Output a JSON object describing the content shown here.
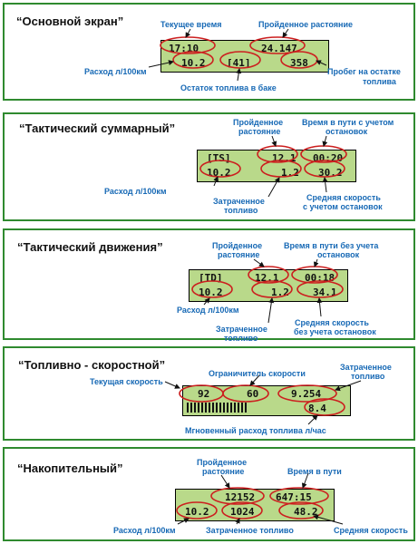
{
  "screens": [
    {
      "title": "“Основной экран”",
      "lcd": {
        "top_left": "17:10",
        "top_right": "24.147",
        "bottom_left": "10.2",
        "bottom_mid": "[41]",
        "bottom_right": "358"
      },
      "labels": {
        "current_time": "Текущее время",
        "distance": "Пройденное растояние",
        "consumption": "Расход л/100км",
        "fuel_left": "Остаток топлива в баке",
        "range_line1": "Пробег на остатке",
        "range_line2": "топлива"
      }
    },
    {
      "title": "“Тактический суммарный”",
      "lcd": {
        "top_left": "[TS]",
        "top_mid": "12.1",
        "top_right": "00:20",
        "bottom_left": "10.2",
        "bottom_mid": "1.2",
        "bottom_right": "30.2"
      },
      "labels": {
        "distance_line1": "Пройденное",
        "distance_line2": "растояние",
        "time_line1": "Время в пути с учетом",
        "time_line2": "остановок",
        "consumption": "Расход л/100км",
        "fuel_used_line1": "Затраченное",
        "fuel_used_line2": "топливо",
        "avg_speed_line1": "Средняя скорость",
        "avg_speed_line2": "с учетом остановок"
      }
    },
    {
      "title": "“Тактический движения”",
      "lcd": {
        "top_left": "[TD]",
        "top_mid": "12.1",
        "top_right": "00:18",
        "bottom_left": "10.2",
        "bottom_mid": "1.2",
        "bottom_right": "34.1"
      },
      "labels": {
        "distance_line1": "Пройденное",
        "distance_line2": "растояние",
        "time_line1": "Время в пути без учета",
        "time_line2": "остановок",
        "consumption": "Расход л/100км",
        "fuel_used_line1": "Затраченное",
        "fuel_used_line2": "топливо",
        "avg_speed_line1": "Средняя скорость",
        "avg_speed_line2": "без учета остановок"
      }
    },
    {
      "title": "“Топливно - скоростной”",
      "lcd": {
        "top_left": "92",
        "top_mid": "60",
        "top_right": "9.254",
        "bottom_right": "8.4"
      },
      "labels": {
        "current_speed": "Текущая скорость",
        "speed_limiter": "Ограничитель скорости",
        "fuel_used_line1": "Затраченное",
        "fuel_used_line2": "топливо",
        "instant": "Мгновенный расход топлива л/час"
      }
    },
    {
      "title": "“Накопительный”",
      "lcd": {
        "top_mid": "12152",
        "top_right": "647:15",
        "bottom_left": "10.2",
        "bottom_mid": "1024",
        "bottom_right": "48.2"
      },
      "labels": {
        "distance_line1": "Пройденное",
        "distance_line2": "растояние",
        "travel_time": "Время в пути",
        "consumption": "Расход л/100км",
        "fuel_used": "Затраченное топливо",
        "avg_speed": "Средняя скорость"
      }
    }
  ]
}
